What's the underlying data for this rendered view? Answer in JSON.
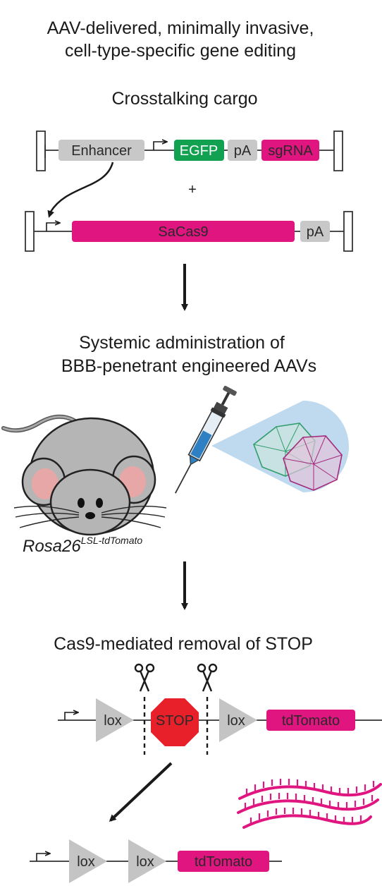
{
  "header": {
    "line1": "AAV-delivered, minimally invasive,",
    "line2": "cell-type-specific gene editing"
  },
  "cargo": {
    "title": "Crosstalking cargo",
    "construct1": {
      "enhancer": "Enhancer",
      "egfp": "EGFP",
      "pa": "pA",
      "sgrna": "sgRNA"
    },
    "plus": "+",
    "construct2": {
      "sacas9": "SaCas9",
      "pa": "pA"
    }
  },
  "admin": {
    "line1": "Systemic administration of",
    "line2": "BBB-penetrant engineered AAVs"
  },
  "mouse": {
    "name": "Rosa26",
    "superscript": "LSL-tdTomato"
  },
  "removal": {
    "title": "Cas9-mediated removal of STOP",
    "lox1": "lox",
    "stop": "STOP",
    "lox2": "lox",
    "reporter": "tdTomato"
  },
  "result": {
    "lox1": "lox",
    "lox2": "lox",
    "reporter": "tdTomato"
  },
  "colors": {
    "magenta": "#e0157f",
    "green": "#12a150",
    "gray_box": "#c8c8c8",
    "stop_red": "#e8202a",
    "aav_green": "#2f9e6a",
    "aav_purple": "#a42a7c",
    "cone_blue": "#bfd9ee"
  }
}
